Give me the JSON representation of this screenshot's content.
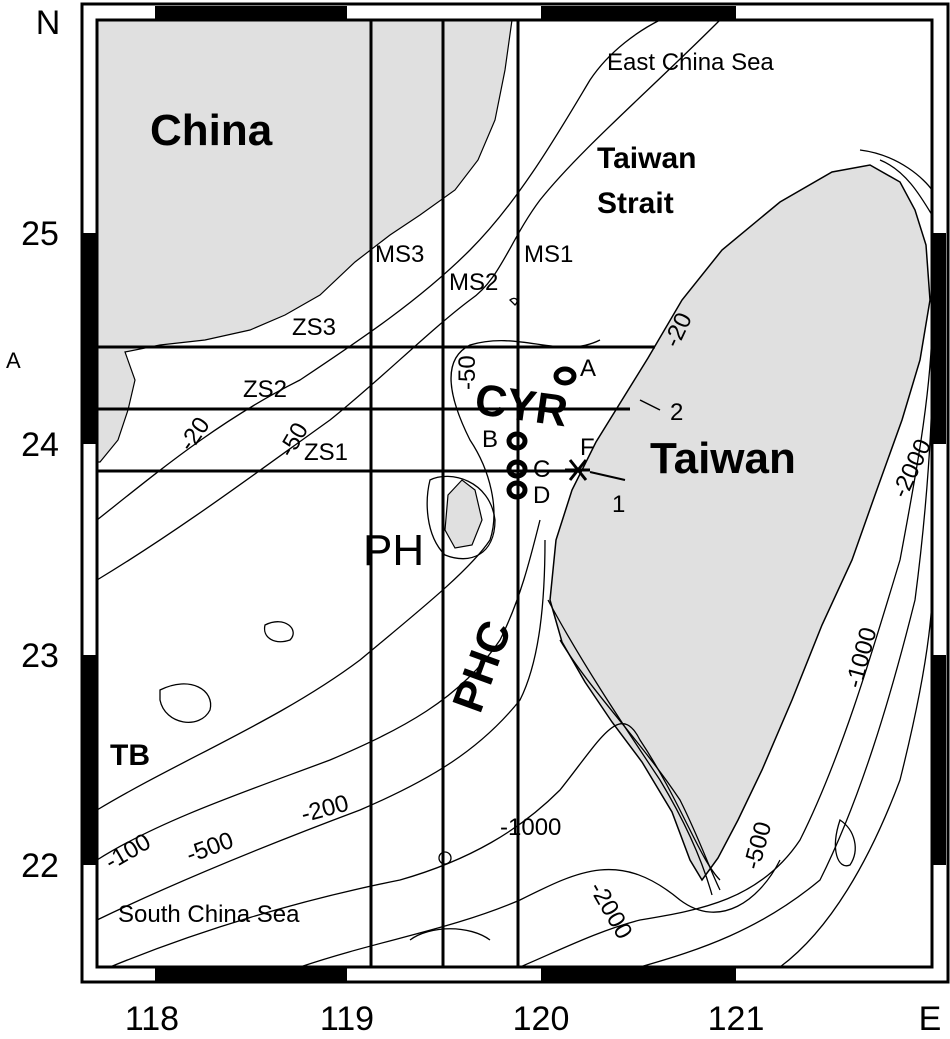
{
  "map": {
    "lon_ticks": [
      "118",
      "119",
      "120",
      "121"
    ],
    "lat_ticks": [
      "25",
      "24",
      "23",
      "22"
    ],
    "corner_north": "N",
    "corner_east": "E",
    "left_marker": "A",
    "land_color": "#e0e0e0",
    "regions": {
      "china": "China",
      "taiwan": "Taiwan",
      "east_china_sea": "East China Sea",
      "taiwan_strait_1": "Taiwan",
      "taiwan_strait_2": "Strait",
      "south_china_sea": "South China Sea",
      "cyr": "CYR",
      "phc": "PHC",
      "ph": "PH",
      "tb": "TB"
    },
    "transects": {
      "ms1": "MS1",
      "ms2": "MS2",
      "ms3": "MS3",
      "zs1": "ZS1",
      "zs2": "ZS2",
      "zs3": "ZS3"
    },
    "stations": {
      "a": "A",
      "b": "B",
      "c": "C",
      "d": "D",
      "f": "F",
      "one": "1",
      "two": "2"
    },
    "depth_labels": {
      "d20a": "-20",
      "d20b": "-20",
      "d50a": "-50",
      "d50b": "-50",
      "d100": "-100",
      "d200": "-200",
      "d500a": "-500",
      "d500b": "-500",
      "d1000a": "-1000",
      "d1000b": "-1000",
      "d2000a": "-2000",
      "d2000b": "-2000"
    }
  }
}
